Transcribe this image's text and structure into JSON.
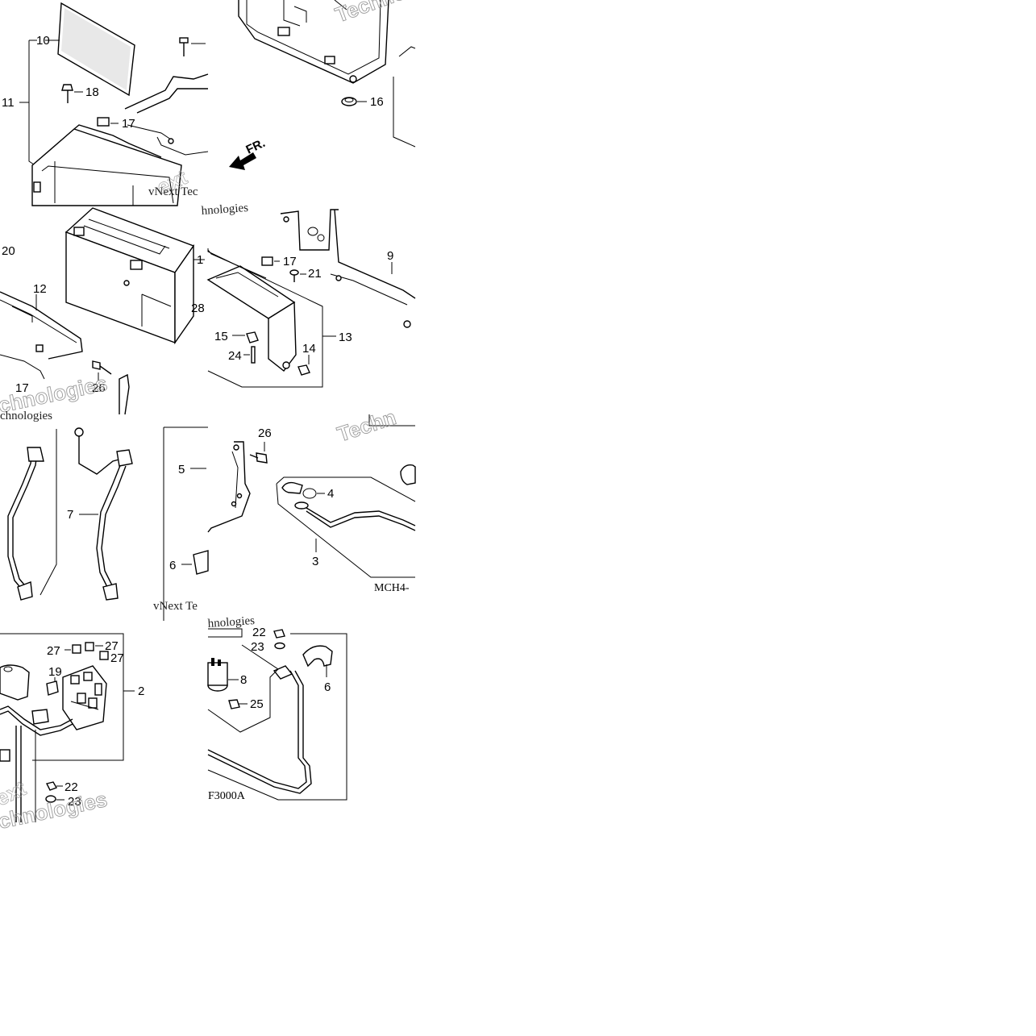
{
  "diagram": {
    "callouts": {
      "c1": "1",
      "c2": "2",
      "c3": "3",
      "c4": "4",
      "c5": "5",
      "c6a": "6",
      "c6b": "6",
      "c7": "7",
      "c8": "8",
      "c9": "9",
      "c10": "10",
      "c11": "11",
      "c12": "12",
      "c13": "13",
      "c14": "14",
      "c15": "15",
      "c16": "16",
      "c17a": "17",
      "c17b": "17",
      "c17c": "17",
      "c18": "18",
      "c19": "19",
      "c20": "20",
      "c21": "21",
      "c22a": "22",
      "c22b": "22",
      "c23a": "23",
      "c23b": "23",
      "c24": "24",
      "c25": "25",
      "c26a": "26",
      "c26b": "26",
      "c27a": "27",
      "c27b": "27",
      "c27c": "27",
      "c28": "28"
    },
    "front_arrow_label": "FR.",
    "drawing_codes": {
      "code_a": "MCH4-",
      "code_b": "F3000A"
    },
    "watermarks": {
      "vnext_1": "vNext Tec",
      "vnext_2": "vNext Te",
      "tech_1": "Techno",
      "tech_2": "Techn",
      "hnologies_1": "hnologies",
      "hnologies_2": "hnologies",
      "chnologies_1": "chnologies",
      "chnologies_2": "chnologies",
      "chnologies_3": "chnologies",
      "ext_1": "ext",
      "ext_2": "ext"
    }
  }
}
